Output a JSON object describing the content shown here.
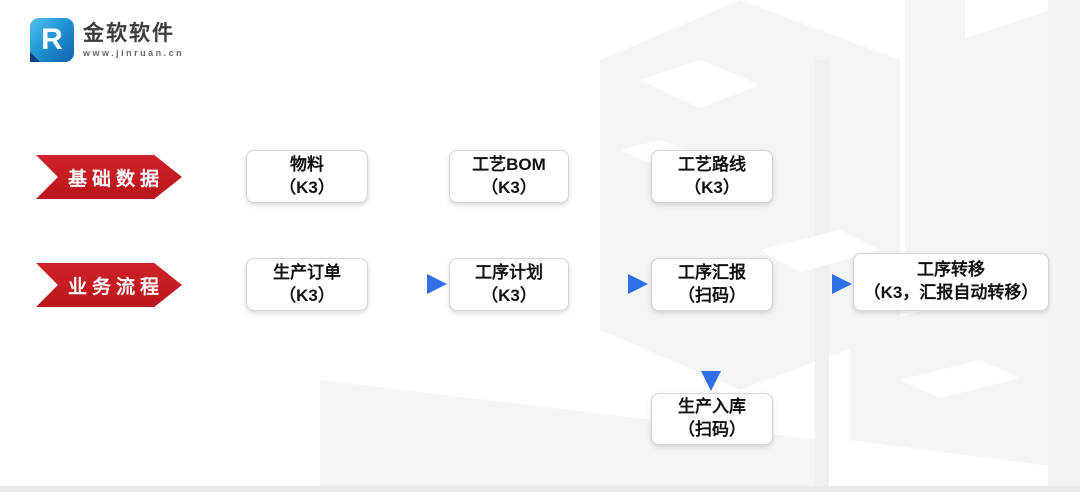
{
  "logo": {
    "icon_letter": "R",
    "company": "金软软件",
    "url": "www.jinruan.cn"
  },
  "colors": {
    "ribbon_red": "#c01e24",
    "arrow_blue": "#2f7bf0",
    "arrow_blue_light": "#8ab6f5",
    "box_border": "#d4d4d6"
  },
  "rows": {
    "basic": {
      "label": "基础数据",
      "boxes": [
        {
          "line1": "物料",
          "line2": "（K3）"
        },
        {
          "line1": "工艺BOM",
          "line2": "（K3）"
        },
        {
          "line1": "工艺路线",
          "line2": "（K3）"
        }
      ]
    },
    "process": {
      "label": "业务流程",
      "boxes": [
        {
          "line1": "生产订单",
          "line2": "（K3）"
        },
        {
          "line1": "工序计划",
          "line2": "（K3）"
        },
        {
          "line1": "工序汇报",
          "line2": "（扫码）"
        },
        {
          "line1": "工序转移",
          "line2": "（K3，汇报自动转移）"
        }
      ]
    },
    "inbound": {
      "line1": "生产入库",
      "line2": "（扫码）"
    }
  }
}
